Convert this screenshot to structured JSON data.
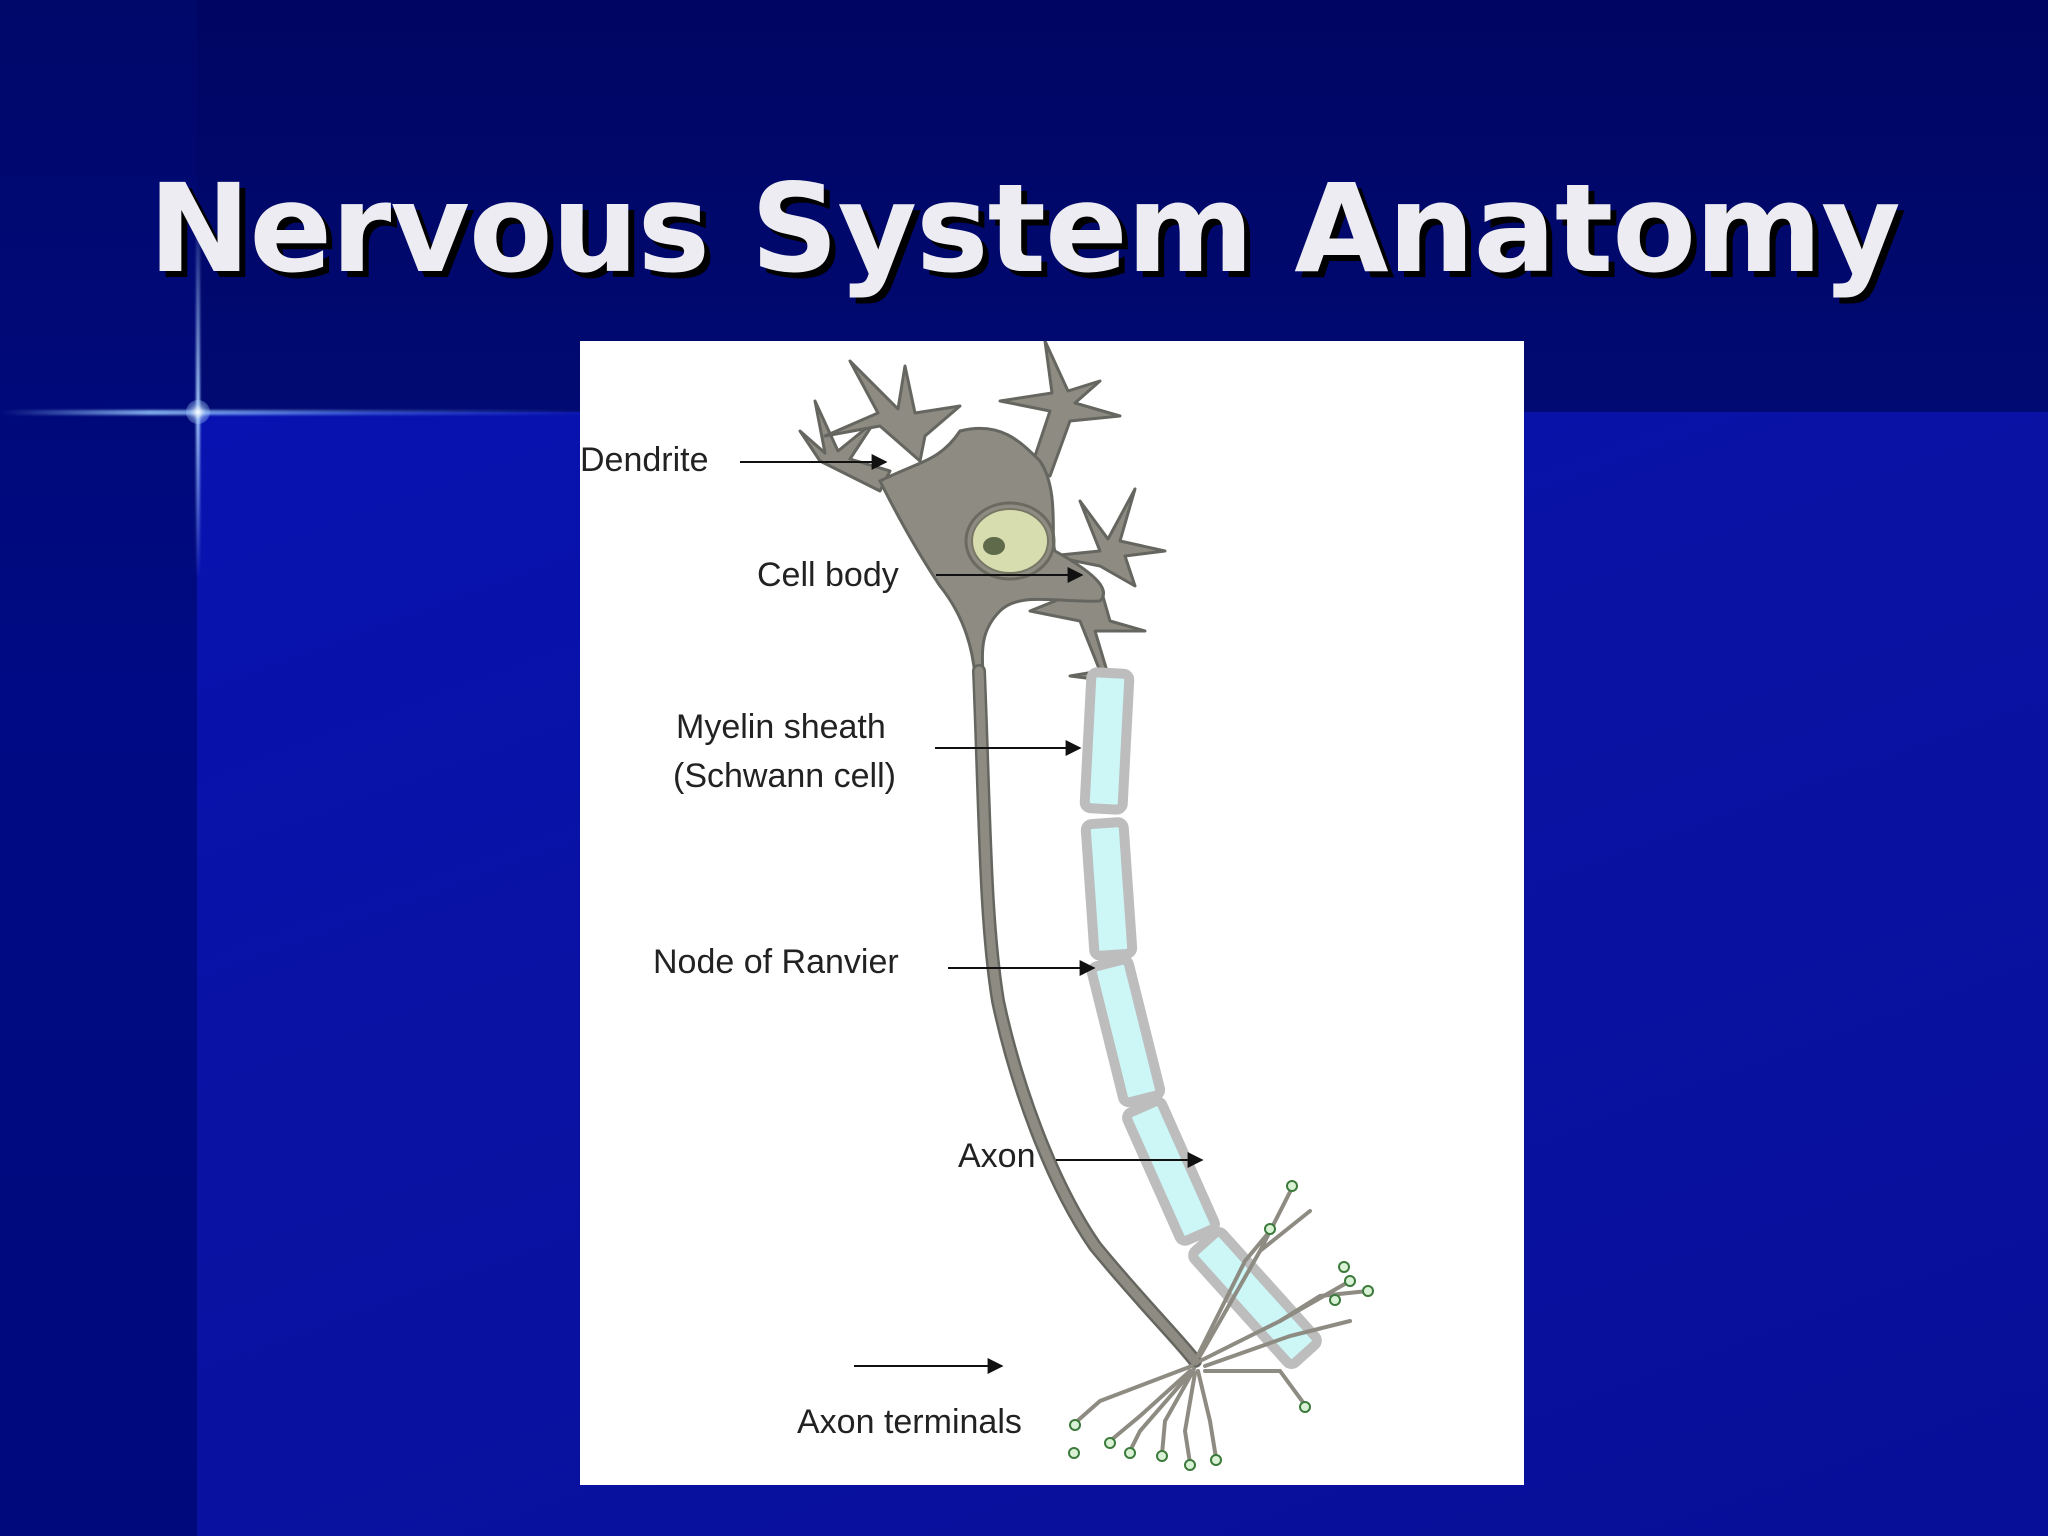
{
  "slide": {
    "title": "Nervous System Anatomy"
  },
  "diagram": {
    "labels": {
      "dendrite": "Dendrite",
      "cell_body": "Cell body",
      "myelin_line1": "Myelin sheath",
      "myelin_line2": "(Schwann cell)",
      "node": "Node of Ranvier",
      "axon": "Axon",
      "terminals": "Axon terminals"
    },
    "colors": {
      "neuron": "#8e8c82",
      "myelin": "#cdf6f7",
      "myelin_border": "#b8b8b8",
      "nucleus": "#d8ddb0"
    }
  }
}
